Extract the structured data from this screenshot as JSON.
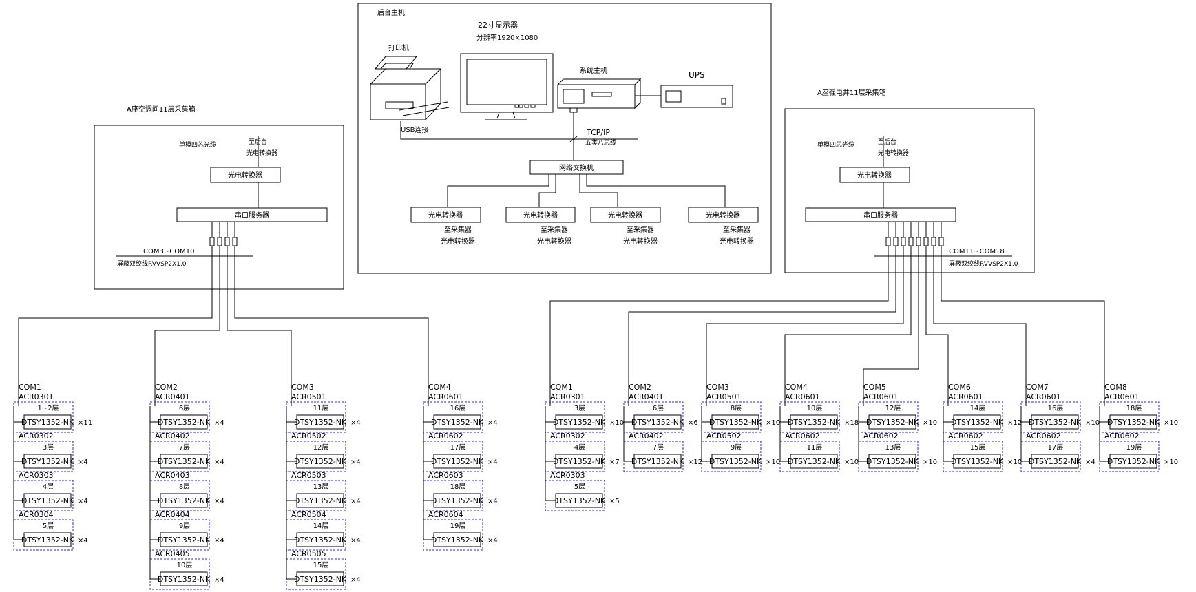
{
  "host_section": {
    "title": "后台主机",
    "monitor_label": "22寸显示器",
    "monitor_resolution": "分辨率1920×1080",
    "printer_label": "打印机",
    "usb_label": "USB连接",
    "host_label": "系统主机",
    "ups_label": "UPS",
    "tcpip_label": "TCP/IP",
    "cable_label": "五类八芯线",
    "switch_label": "网络交换机",
    "converters": [
      {
        "label": "光电转换器",
        "note_line1": "至采集器",
        "note_line2": "光电转换器"
      },
      {
        "label": "光电转换器",
        "note_line1": "至采集器",
        "note_line2": "光电转换器"
      },
      {
        "label": "光电转换器",
        "note_line1": "至采集器",
        "note_line2": "光电转换器"
      },
      {
        "label": "光电转换器",
        "note_line1": "至采集器",
        "note_line2": "光电转换器"
      }
    ]
  },
  "left_cabinet": {
    "title": "A座空调间11层采集箱",
    "fiber_label": "单模四芯光缆",
    "to_back_line1": "至后台",
    "to_back_line2": "光电转换器",
    "converter_label": "光电转换器",
    "server_label": "串口服务器",
    "com_range": "COM3~COM10",
    "bus_cable": "屏蔽双绞线RVVSP2X1.0"
  },
  "right_cabinet": {
    "title": "A座强电井11层采集箱",
    "fiber_label": "单模四芯光缆",
    "to_back_line1": "至后台",
    "to_back_line2": "光电转换器",
    "converter_label": "光电转换器",
    "server_label": "串口服务器",
    "com_range": "COM11~COM18",
    "bus_cable": "屏蔽双绞线RVVSP2X1.0"
  },
  "left_groups": [
    {
      "com": "COM1",
      "meters": [
        {
          "acr": "ACR0301",
          "floor": "1~2层",
          "model": "DTSY1352-NK",
          "qty": "×11"
        },
        {
          "acr": "ACR0302",
          "floor": "3层",
          "model": "DTSY1352-NK",
          "qty": "×4"
        },
        {
          "acr": "ACR0303",
          "floor": "4层",
          "model": "DTSY1352-NK",
          "qty": "×4"
        },
        {
          "acr": "ACR0304",
          "floor": "5层",
          "model": "DTSY1352-NK",
          "qty": "×4"
        }
      ]
    },
    {
      "com": "COM2",
      "meters": [
        {
          "acr": "ACR0401",
          "floor": "6层",
          "model": "DTSY1352-NK",
          "qty": "×4"
        },
        {
          "acr": "ACR0402",
          "floor": "7层",
          "model": "DTSY1352-NK",
          "qty": "×4"
        },
        {
          "acr": "ACR0403",
          "floor": "8层",
          "model": "DTSY1352-NK",
          "qty": "×4"
        },
        {
          "acr": "ACR0404",
          "floor": "9层",
          "model": "DTSY1352-NK",
          "qty": "×4"
        },
        {
          "acr": "ACR0405",
          "floor": "10层",
          "model": "DTSY1352-NK",
          "qty": "×4"
        }
      ]
    },
    {
      "com": "COM3",
      "meters": [
        {
          "acr": "ACR0501",
          "floor": "11层",
          "model": "DTSY1352-NK",
          "qty": "×4"
        },
        {
          "acr": "ACR0502",
          "floor": "12层",
          "model": "DTSY1352-NK",
          "qty": "×4"
        },
        {
          "acr": "ACR0503",
          "floor": "13层",
          "model": "DTSY1352-NK",
          "qty": "×4"
        },
        {
          "acr": "ACR0504",
          "floor": "14层",
          "model": "DTSY1352-NK",
          "qty": "×4"
        },
        {
          "acr": "ACR0505",
          "floor": "15层",
          "model": "DTSY1352-NK",
          "qty": "×4"
        }
      ]
    },
    {
      "com": "COM4",
      "meters": [
        {
          "acr": "ACR0601",
          "floor": "16层",
          "model": "DTSY1352-NK",
          "qty": "×4"
        },
        {
          "acr": "ACR0602",
          "floor": "17层",
          "model": "DTSY1352-NK",
          "qty": "×4"
        },
        {
          "acr": "ACR0603",
          "floor": "18层",
          "model": "DTSY1352-NK",
          "qty": "×4"
        },
        {
          "acr": "ACR0604",
          "floor": "19层",
          "model": "DTSY1352-NK",
          "qty": "×4"
        }
      ]
    }
  ],
  "right_groups": [
    {
      "com": "COM1",
      "meters": [
        {
          "acr": "ACR0301",
          "floor": "3层",
          "model": "DTSY1352-NK",
          "qty": "×10"
        },
        {
          "acr": "ACR0302",
          "floor": "4层",
          "model": "DTSY1352-NK",
          "qty": "×7"
        },
        {
          "acr": "ACR0303",
          "floor": "5层",
          "model": "DTSY1352-NK",
          "qty": "×5"
        }
      ]
    },
    {
      "com": "COM2",
      "meters": [
        {
          "acr": "ACR0401",
          "floor": "6层",
          "model": "DTSY1352-NK",
          "qty": "×6"
        },
        {
          "acr": "ACR0402",
          "floor": "7层",
          "model": "DTSY1352-NK",
          "qty": "×12"
        }
      ]
    },
    {
      "com": "COM3",
      "meters": [
        {
          "acr": "ACR0501",
          "floor": "8层",
          "model": "DTSY1352-NK",
          "qty": "×10"
        },
        {
          "acr": "ACR0502",
          "floor": "9层",
          "model": "DTSY1352-NK",
          "qty": "×10"
        }
      ]
    },
    {
      "com": "COM4",
      "meters": [
        {
          "acr": "ACR0601",
          "floor": "10层",
          "model": "DTSY1352-NK",
          "qty": "×18"
        },
        {
          "acr": "ACR0602",
          "floor": "11层",
          "model": "DTSY1352-NK",
          "qty": "×10"
        }
      ]
    },
    {
      "com": "COM5",
      "meters": [
        {
          "acr": "ACR0601",
          "floor": "12层",
          "model": "DTSY1352-NK",
          "qty": "×10"
        },
        {
          "acr": "ACR0602",
          "floor": "13层",
          "model": "DTSY1352-NK",
          "qty": "×10"
        }
      ]
    },
    {
      "com": "COM6",
      "meters": [
        {
          "acr": "ACR0601",
          "floor": "14层",
          "model": "DTSY1352-NK",
          "qty": "×12"
        },
        {
          "acr": "ACR0602",
          "floor": "15层",
          "model": "DTSY1352-NK",
          "qty": "×10"
        }
      ]
    },
    {
      "com": "COM7",
      "meters": [
        {
          "acr": "ACR0601",
          "floor": "16层",
          "model": "DTSY1352-NK",
          "qty": "×10"
        },
        {
          "acr": "ACR0602",
          "floor": "17层",
          "model": "DTSY1352-NK",
          "qty": "×4"
        }
      ]
    },
    {
      "com": "COM8",
      "meters": [
        {
          "acr": "ACR0601",
          "floor": "18层",
          "model": "DTSY1352-NK",
          "qty": "×10"
        },
        {
          "acr": "ACR0602",
          "floor": "19层",
          "model": "DTSY1352-NK",
          "qty": "×10"
        }
      ]
    }
  ],
  "colors": {
    "line": "#000000",
    "meter_border": "#2a2ad8",
    "background": "#ffffff"
  }
}
